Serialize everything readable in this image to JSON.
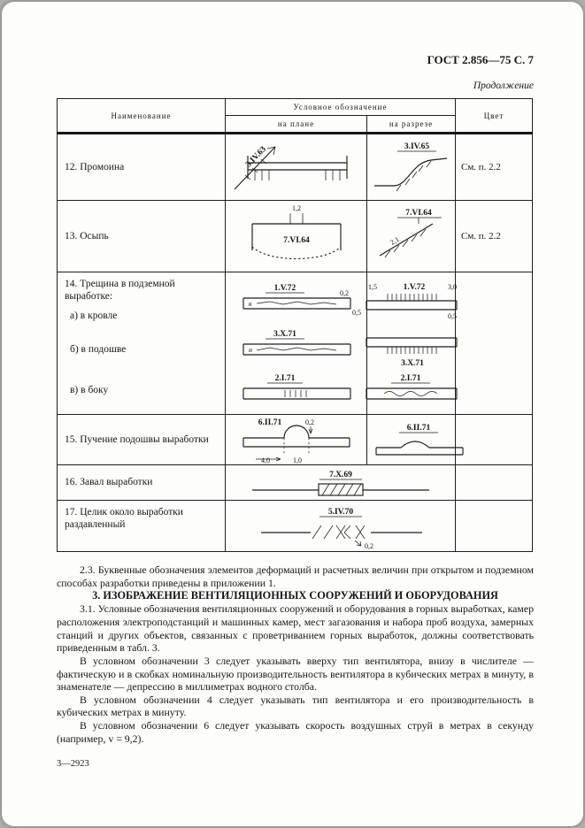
{
  "page": {
    "header": "ГОСТ 2.856—75 С. 7",
    "continuation": "Продолжение",
    "footer": "3—2923"
  },
  "table": {
    "col_name": "Наименование",
    "col_symbol": "Условное обозначение",
    "col_plan": "на плане",
    "col_section": "на разрезе",
    "col_color": "Цвет",
    "rows": {
      "r12": {
        "name": "12. Промоина",
        "plan_label": "3.IV.63",
        "sec_label": "3.IV.65",
        "color": "См. п. 2.2"
      },
      "r13": {
        "name": "13. Осыпь",
        "plan_label": "7.VI.64",
        "sec_label": "7.VI.64",
        "dim_top": "1,2",
        "dim_sec": "2,1",
        "color": "См. п. 2.2"
      },
      "r14": {
        "name": "14. Трещина в подземной выработке:",
        "a_name": "а) в кровле",
        "b_name": "б) в подошве",
        "c_name": "в) в боку",
        "a_plan": "1.V.72",
        "a_letter": "к",
        "a_dim1": "0,2",
        "a_dim2": "0,5",
        "a_sec": "1.V.72",
        "a_sec_dim1": "1,5",
        "a_sec_dim2": "3,0",
        "a_sec_dim3": "0,5",
        "b_plan": "3.X.71",
        "b_letter": "н",
        "b_sec": "3.X.71",
        "c_plan": "2.I.71",
        "c_sec": "2.I.71"
      },
      "r15": {
        "name": "15. Пучение подошвы выработки",
        "plan_label": "6.II.71",
        "sec_label": "6.II.71",
        "dim1": "0,2",
        "dim2": "4,0",
        "dim3": "1,0"
      },
      "r16": {
        "name": "16. Завал выработки",
        "label": "7.X.69"
      },
      "r17": {
        "name": "17. Целик около выработки раздавленный",
        "label": "5.IV.70",
        "dim": "0,2"
      }
    }
  },
  "text": {
    "p23": "2.3. Буквенные обозначения элементов деформаций и расчетных величин при открытом и подземном способах разработки приведены в приложении 1.",
    "h3": "3. ИЗОБРАЖЕНИЕ ВЕНТИЛЯЦИОННЫХ СООРУЖЕНИЙ И ОБОРУДОВАНИЯ",
    "p31": "3.1. Условные обозначения вентиляционных сооружений и оборудования в горных выработках, камер расположения электроподстанций и машинных камер, мест загазования и набора проб воздуха, замерных станций и других объектов, связанных с проветриванием горных выработок, должны соответствовать приведенным в табл. 3.",
    "p32": "В условном обозначении 3 следует указывать вверху тип вентилятора, внизу в числителе — фактическую и в скобках номинальную производительность вентилятора в кубических метрах в минуту, в знаменателе — депрессию в миллиметрах водного столба.",
    "p33": "В условном обозначении 4 следует указывать тип вентилятора и его производительность в кубических метрах в минуту.",
    "p34": "В условном обозначении 6 следует указывать скорость воздушных струй в метрах в секунду (например, v = 9,2)."
  }
}
